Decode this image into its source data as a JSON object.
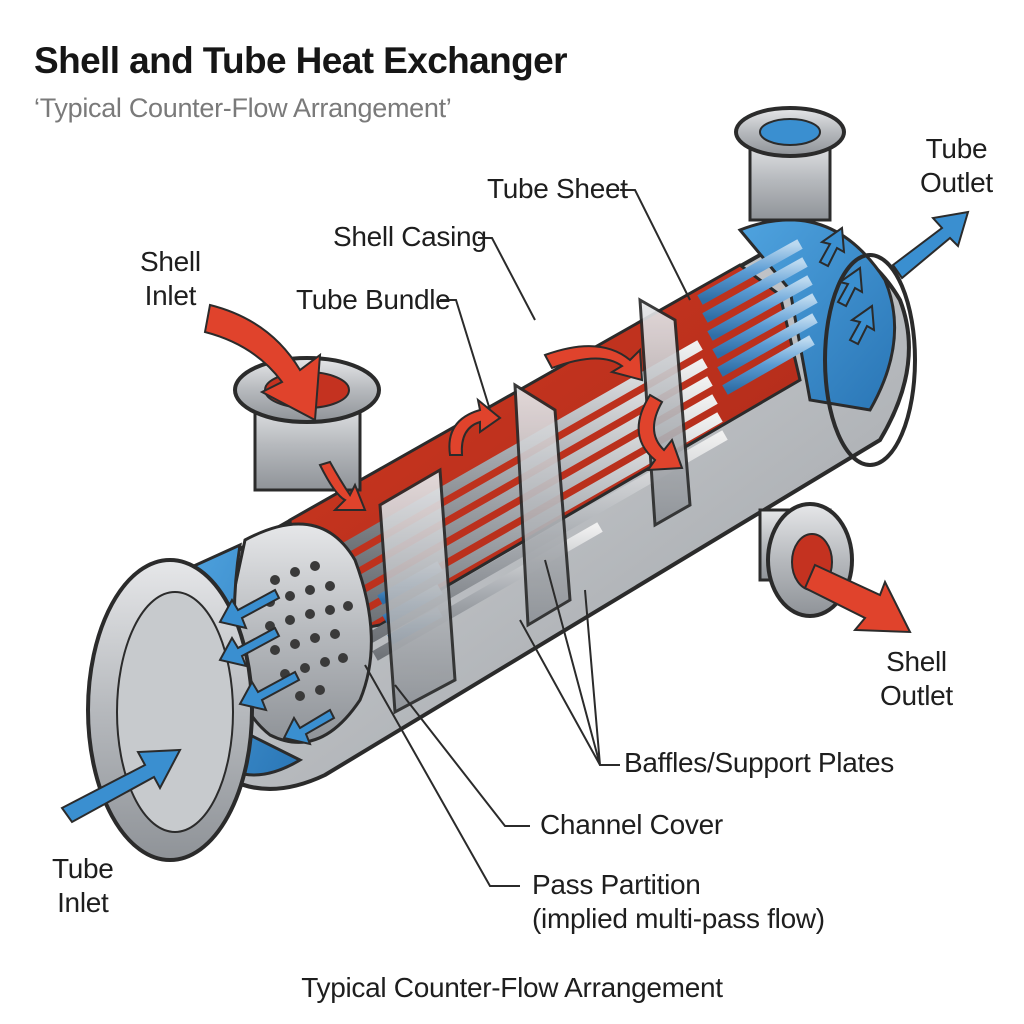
{
  "header": {
    "title": "Shell and Tube Heat Exchanger",
    "subtitle": "‘Typical Counter-Flow Arrangement’"
  },
  "labels": {
    "tube_outlet": [
      "Tube",
      "Outlet"
    ],
    "tube_sheet": "Tube Sheet",
    "shell_casing": "Shell Casing",
    "shell_inlet": [
      "Shell",
      "Inlet"
    ],
    "tube_bundle": "Tube Bundle",
    "shell_outlet": [
      "Shell",
      "Outlet"
    ],
    "baffles": "Baffles/Support Plates",
    "channel_cover": "Channel Cover",
    "pass_partition": [
      "Pass Partition",
      "(implied multi-pass flow)"
    ],
    "tube_inlet": [
      "Tube",
      "Inlet"
    ]
  },
  "caption": "Typical Counter-Flow Arrangement",
  "colors": {
    "hot_fluid": "#e0432c",
    "cold_fluid": "#3a8fd0",
    "metal": "#b9bcc0",
    "outline": "#2b2b2b"
  }
}
